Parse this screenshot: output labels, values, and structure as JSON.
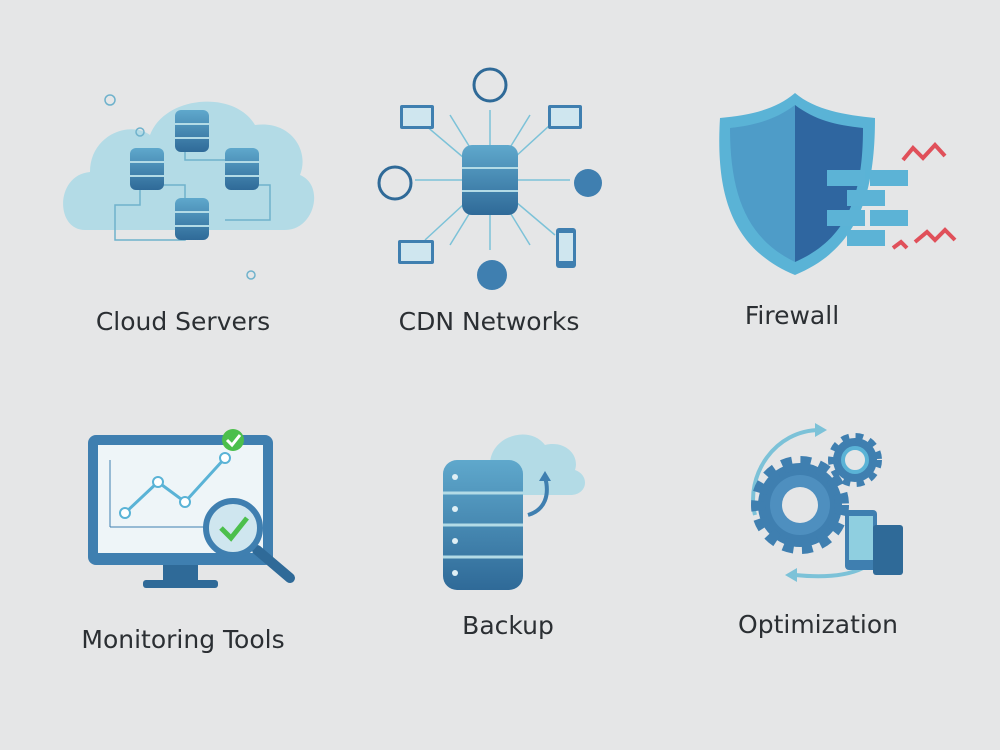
{
  "items": [
    {
      "label": "Cloud Servers",
      "icon": "cloud-servers-icon"
    },
    {
      "label": "CDN Networks",
      "icon": "cdn-network-icon"
    },
    {
      "label": "Firewall",
      "icon": "firewall-shield-icon"
    },
    {
      "label": "Monitoring Tools",
      "icon": "monitoring-icon"
    },
    {
      "label": "Backup",
      "icon": "backup-icon"
    },
    {
      "label": "Optimization",
      "icon": "optimization-gears-icon"
    }
  ],
  "colors": {
    "background": "#e5e6e7",
    "primary": "#3f7fb0",
    "light": "#8fcfe0",
    "alert": "#e0505a",
    "success": "#4cbf4c"
  }
}
